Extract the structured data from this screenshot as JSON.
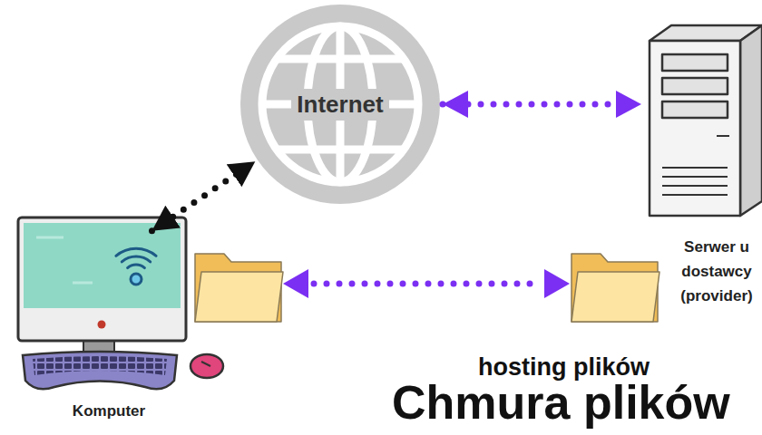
{
  "diagram": {
    "title": "Chmura plików",
    "nodes": [
      {
        "text": [
          "Internet"
        ]
      },
      {
        "text": [
          "Serwer u dostawcy (provider)"
        ]
      },
      {
        "text": [
          "Komputer"
        ]
      }
    ],
    "edges": [
      {
        "from": 0,
        "to": 1,
        "arrow": "both"
      },
      {
        "from": 2,
        "to": 0,
        "arrow": "both"
      }
    ],
    "labels": [
      "hosting plików"
    ]
  }
}
